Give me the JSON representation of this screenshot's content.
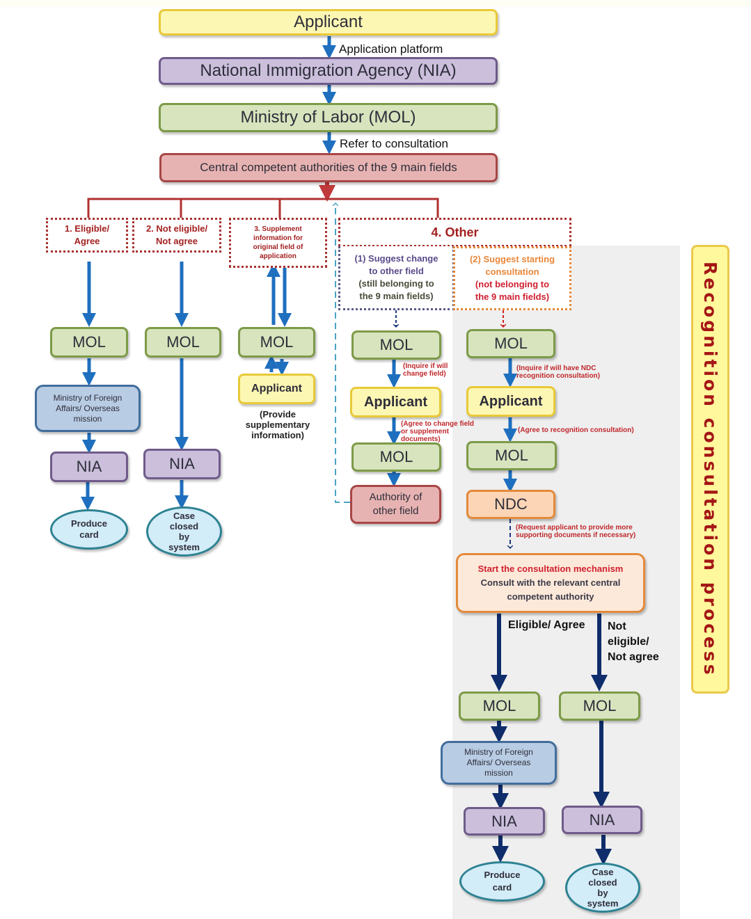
{
  "top_flow": {
    "applicant": "Applicant",
    "arrow1_label": "Application platform",
    "nia": "National Immigration Agency (NIA)",
    "mol": "Ministry of Labor (MOL)",
    "arrow3_label": "Refer to consultation",
    "central": "Central competent authorities of the 9 main fields"
  },
  "branches": {
    "b1": {
      "label_line1": "1. Eligible/",
      "label_line2": "Agree"
    },
    "b2": {
      "label_line1": "2. Not eligible/",
      "label_line2": "Not agree"
    },
    "b3": {
      "label_line1": "3. Supplement",
      "label_line2": "information for",
      "label_line3": "original field of",
      "label_line4": "application"
    },
    "b4": {
      "label": "4. Other"
    }
  },
  "col1": {
    "mol": "MOL",
    "mofa_line1": "Ministry of Foreign",
    "mofa_line2": "Affairs/ Overseas",
    "mofa_line3": "mission",
    "nia": "NIA",
    "end_line1": "Produce",
    "end_line2": "card"
  },
  "col2": {
    "mol": "MOL",
    "nia": "NIA",
    "end_line1": "Case",
    "end_line2": "closed",
    "end_line3": "by",
    "end_line4": "system"
  },
  "col3": {
    "mol": "MOL",
    "applicant": "Applicant",
    "note_line1": "(Provide",
    "note_line2": "supplementary",
    "note_line3": "information)"
  },
  "col4": {
    "head_line1": "(1) Suggest change",
    "head_line2": "to other field",
    "head_line3": "(still belonging to",
    "head_line4": "the 9 main fields)",
    "mol1": "MOL",
    "note1_line1": "(Inquire if will",
    "note1_line2": "change field)",
    "applicant": "Applicant",
    "note2_line1": "(Agree to change field",
    "note2_line2": "or supplement",
    "note2_line3": "documents)",
    "mol2": "MOL",
    "authority_line1": "Authority of",
    "authority_line2": "other field"
  },
  "col5": {
    "head_line1": "(2) Suggest starting",
    "head_line2": "consultation",
    "head_line3": "(not belonging to",
    "head_line4": "the 9 main fields)",
    "mol1": "MOL",
    "note1_line1": "(Inquire if will have NDC",
    "note1_line2": "recognition consultation)",
    "applicant": "Applicant",
    "note2": "(Agree to recognition consultation)",
    "mol2": "MOL",
    "ndc": "NDC",
    "note3_line1": "(Request applicant to provide more",
    "note3_line2": "supporting documents if necessary)",
    "consult_title": "Start the consultation mechanism",
    "consult_line1": "Consult with the relevant central",
    "consult_line2": "competent authority",
    "yes_label": "Eligible/ Agree",
    "no_line1": "Not",
    "no_line2": "eligible/",
    "no_line3": "Not agree"
  },
  "consult_yes": {
    "mol": "MOL",
    "mofa_line1": "Ministry of Foreign",
    "mofa_line2": "Affairs/ Overseas",
    "mofa_line3": "mission",
    "nia": "NIA",
    "end_line1": "Produce",
    "end_line2": "card"
  },
  "consult_no": {
    "mol": "MOL",
    "nia": "NIA",
    "end_line1": "Case",
    "end_line2": "closed",
    "end_line3": "by",
    "end_line4": "system"
  },
  "sidebar_label": "Recognition consultation process",
  "colors": {
    "arrow_blue": "#1f6fbf",
    "arrow_navy": "#0f2d6b",
    "branch_red": "#b03030",
    "dashed_cyan": "#4aa3c4",
    "sidebar_text": "#a41616"
  }
}
